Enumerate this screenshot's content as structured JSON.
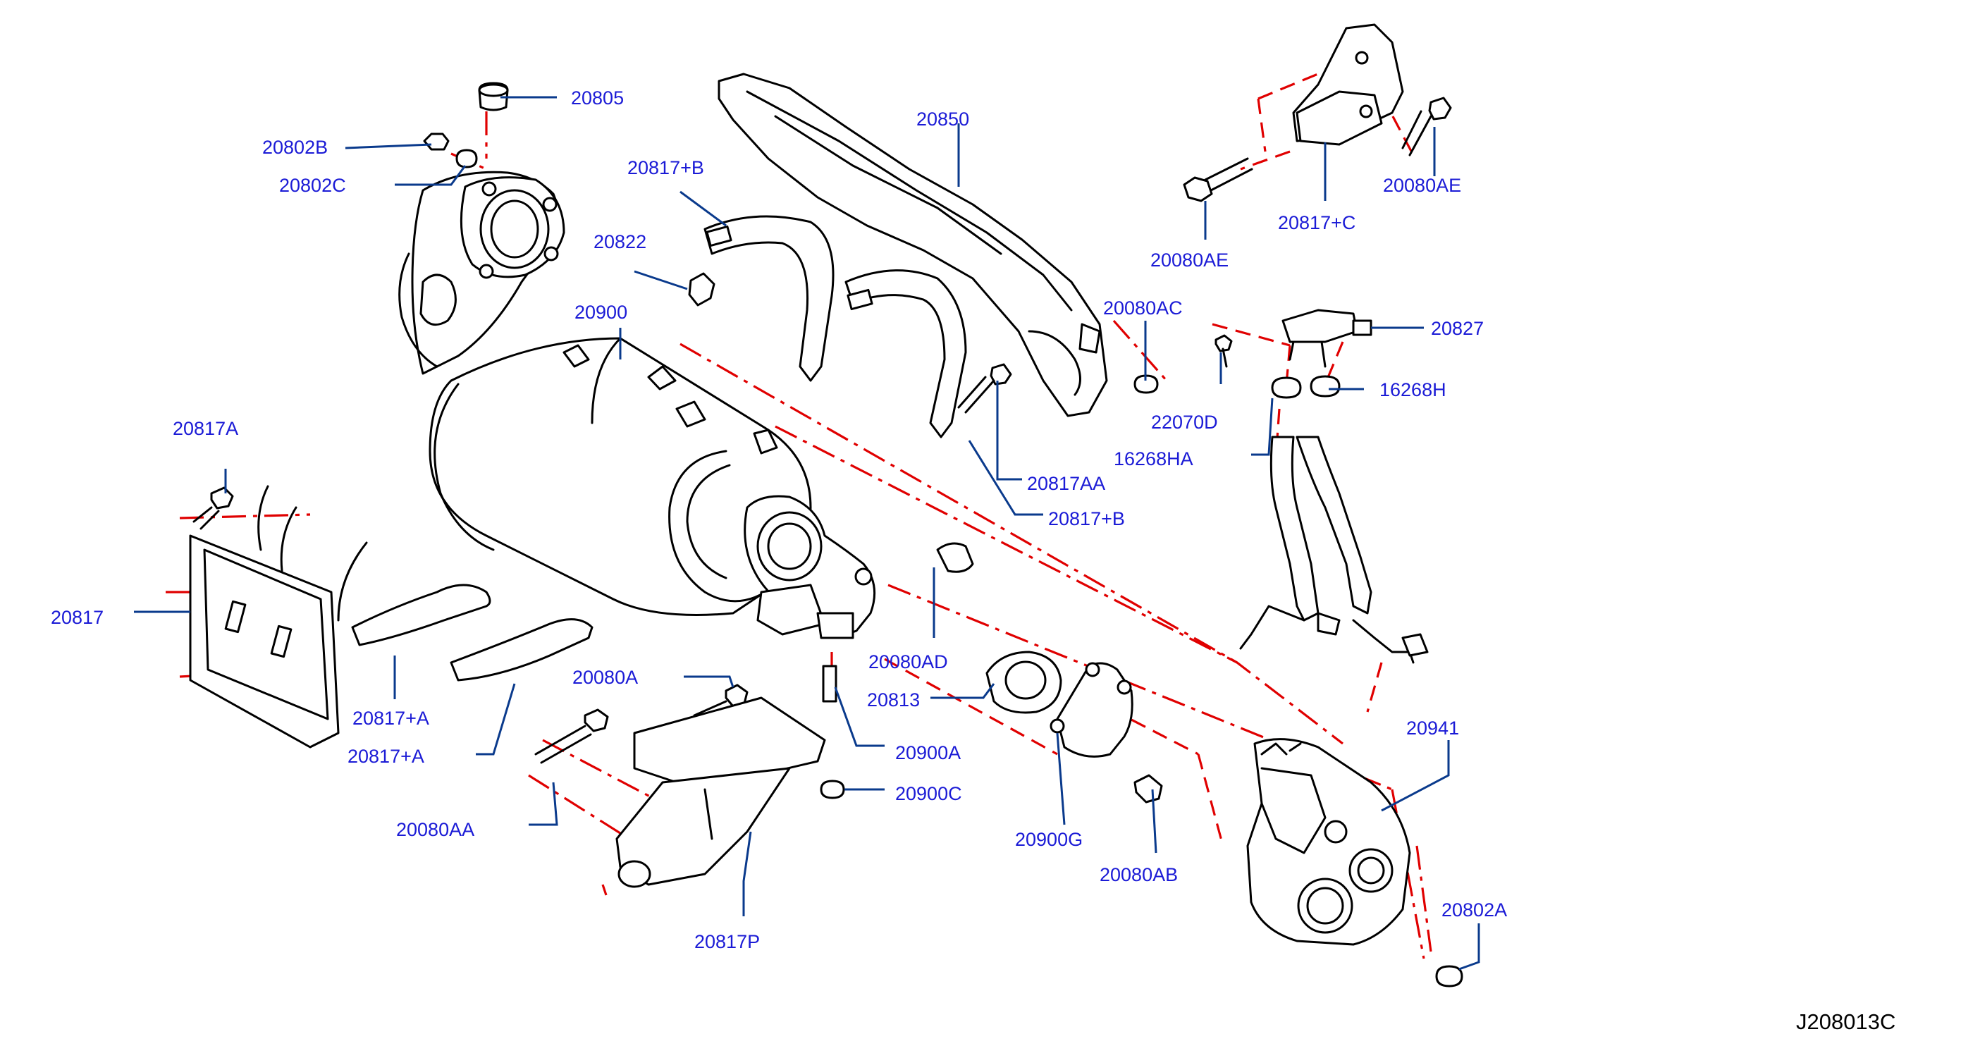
{
  "diagram": {
    "code": "J208013C",
    "labels": [
      "20805",
      "20802B",
      "20802C",
      "20817+B",
      "20850",
      "20822",
      "20900",
      "20080AC",
      "20827",
      "20080AE",
      "20817+C",
      "20080AE",
      "16268H",
      "22070D",
      "16268HA",
      "20817A",
      "20817AA",
      "20817+B",
      "20817",
      "20080AD",
      "20080A",
      "20813",
      "20817+A",
      "20817+A",
      "20900A",
      "20941",
      "20900C",
      "20080AA",
      "20900G",
      "20080AB",
      "20802A",
      "20817P"
    ],
    "colors": {
      "label": "#1b1bd6",
      "leader": "#0a3a8c",
      "phantom": "#e00000",
      "outline": "#000000"
    }
  }
}
